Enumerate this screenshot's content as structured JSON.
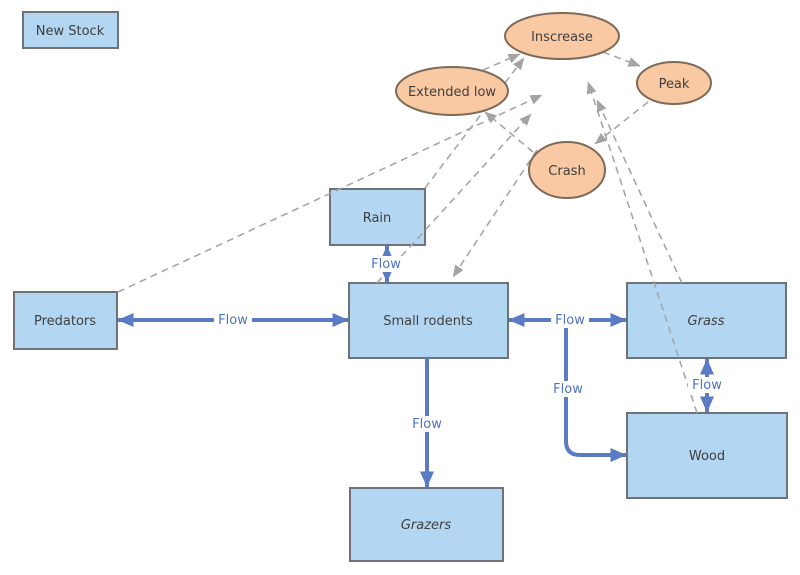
{
  "diagram": {
    "flow_label": "Flow",
    "palette": {
      "node_fill": "#b3d7f2",
      "node_border": "#6f7378",
      "phase_fill": "#f9c9a3",
      "phase_border": "#7d6a57",
      "flow_arrow": "#5b7cc4",
      "flow_label_text": "#4f73c4",
      "relation_dash": "#a6a6a6",
      "node_text": "#3f3f3f",
      "background": "#ffffff"
    },
    "nodes": [
      {
        "id": "new-stock",
        "label": "New Stock",
        "shape": "rect"
      },
      {
        "id": "rain",
        "label": "Rain",
        "shape": "rect"
      },
      {
        "id": "predators",
        "label": "Predators",
        "shape": "rect"
      },
      {
        "id": "small-rodents",
        "label": "Small rodents",
        "shape": "rect"
      },
      {
        "id": "grass",
        "label": "Grass",
        "shape": "rect"
      },
      {
        "id": "wood",
        "label": "Wood",
        "shape": "rect"
      },
      {
        "id": "grazers",
        "label": "Grazers",
        "shape": "rect"
      },
      {
        "id": "inscrease",
        "label": "Inscrease",
        "shape": "ellipse"
      },
      {
        "id": "extended-low",
        "label": "Extended low",
        "shape": "ellipse"
      },
      {
        "id": "peak",
        "label": "Peak",
        "shape": "ellipse"
      },
      {
        "id": "crash",
        "label": "Crash",
        "shape": "ellipse"
      }
    ],
    "flows": [
      {
        "from": "rain",
        "to": "small-rodents",
        "bidirectional": true,
        "label": "Flow"
      },
      {
        "from": "predators",
        "to": "small-rodents",
        "bidirectional": true,
        "label": "Flow"
      },
      {
        "from": "small-rodents",
        "to": "grass",
        "bidirectional": true,
        "label": "Flow"
      },
      {
        "from": "small-rodents",
        "to": "wood",
        "bidirectional": false,
        "label": "Flow"
      },
      {
        "from": "grass",
        "to": "wood",
        "bidirectional": true,
        "label": "Flow"
      },
      {
        "from": "small-rodents",
        "to": "grazers",
        "bidirectional": false,
        "label": "Flow"
      }
    ],
    "relations": [
      {
        "from": "extended-low",
        "to": "inscrease"
      },
      {
        "from": "inscrease",
        "to": "peak"
      },
      {
        "from": "peak",
        "to": "crash"
      },
      {
        "from": "crash",
        "to": "extended-low"
      },
      {
        "from": "predators",
        "to": "cycle"
      },
      {
        "from": "rain",
        "to": "inscrease"
      },
      {
        "from": "small-rodents",
        "to": "cycle"
      },
      {
        "from": "crash",
        "to": "small-rodents"
      },
      {
        "from": "grass",
        "to": "cycle"
      },
      {
        "from": "wood",
        "to": "cycle"
      }
    ]
  }
}
